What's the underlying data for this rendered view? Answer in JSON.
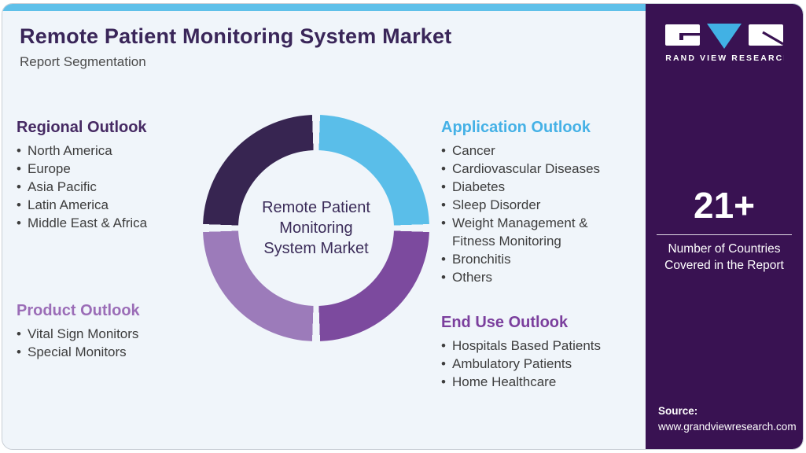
{
  "header": {
    "title": "Remote Patient Monitoring System Market",
    "subtitle": "Report Segmentation"
  },
  "brand": {
    "name": "GRAND VIEW RESEARCH",
    "logo_icon": "gvr-logo"
  },
  "sections": {
    "regional": {
      "title": "Regional Outlook",
      "items": [
        "North America",
        "Europe",
        "Asia Pacific",
        "Latin America",
        "Middle East & Africa"
      ]
    },
    "product": {
      "title": "Product Outlook",
      "items": [
        "Vital Sign Monitors",
        "Special Monitors"
      ]
    },
    "application": {
      "title": "Application Outlook",
      "items": [
        "Cancer",
        "Cardiovascular Diseases",
        "Diabetes",
        "Sleep Disorder",
        "Weight Management & Fitness Monitoring",
        "Bronchitis",
        "Others"
      ]
    },
    "end_use": {
      "title": "End Use Outlook",
      "items": [
        "Hospitals Based Patients",
        "Ambulatory Patients",
        "Home Healthcare"
      ]
    }
  },
  "donut": {
    "center_lines": [
      "Remote Patient",
      "Monitoring",
      "System Market"
    ],
    "segments": [
      {
        "position": "top-right",
        "color": "#5abee9"
      },
      {
        "position": "bottom-right",
        "color": "#7c4a9e"
      },
      {
        "position": "bottom-left",
        "color": "#9c7bba"
      },
      {
        "position": "top-left",
        "color": "#372551"
      }
    ]
  },
  "stat": {
    "value": "21+",
    "label": "Number of Countries Covered in the Report"
  },
  "source": {
    "label": "Source:",
    "url": "www.grandviewresearch.com"
  },
  "colors": {
    "bg": "#f0f5fa",
    "border": "#c9cfd6",
    "topbar": "#5fc0e9",
    "sidebar": "#391252",
    "title": "#3a2659",
    "h-regional": "#462a63",
    "h-product": "#9b6db7",
    "h-application": "#45b1e6",
    "h-enduse": "#7b3f9d",
    "text": "#3d3d3d",
    "center-text": "#3b2c59",
    "donut-blue": "#5abee9",
    "donut-mid": "#7c4a9e",
    "donut-light": "#9c7bba",
    "donut-dark": "#372551",
    "logo-blue": "#41b1e4"
  }
}
